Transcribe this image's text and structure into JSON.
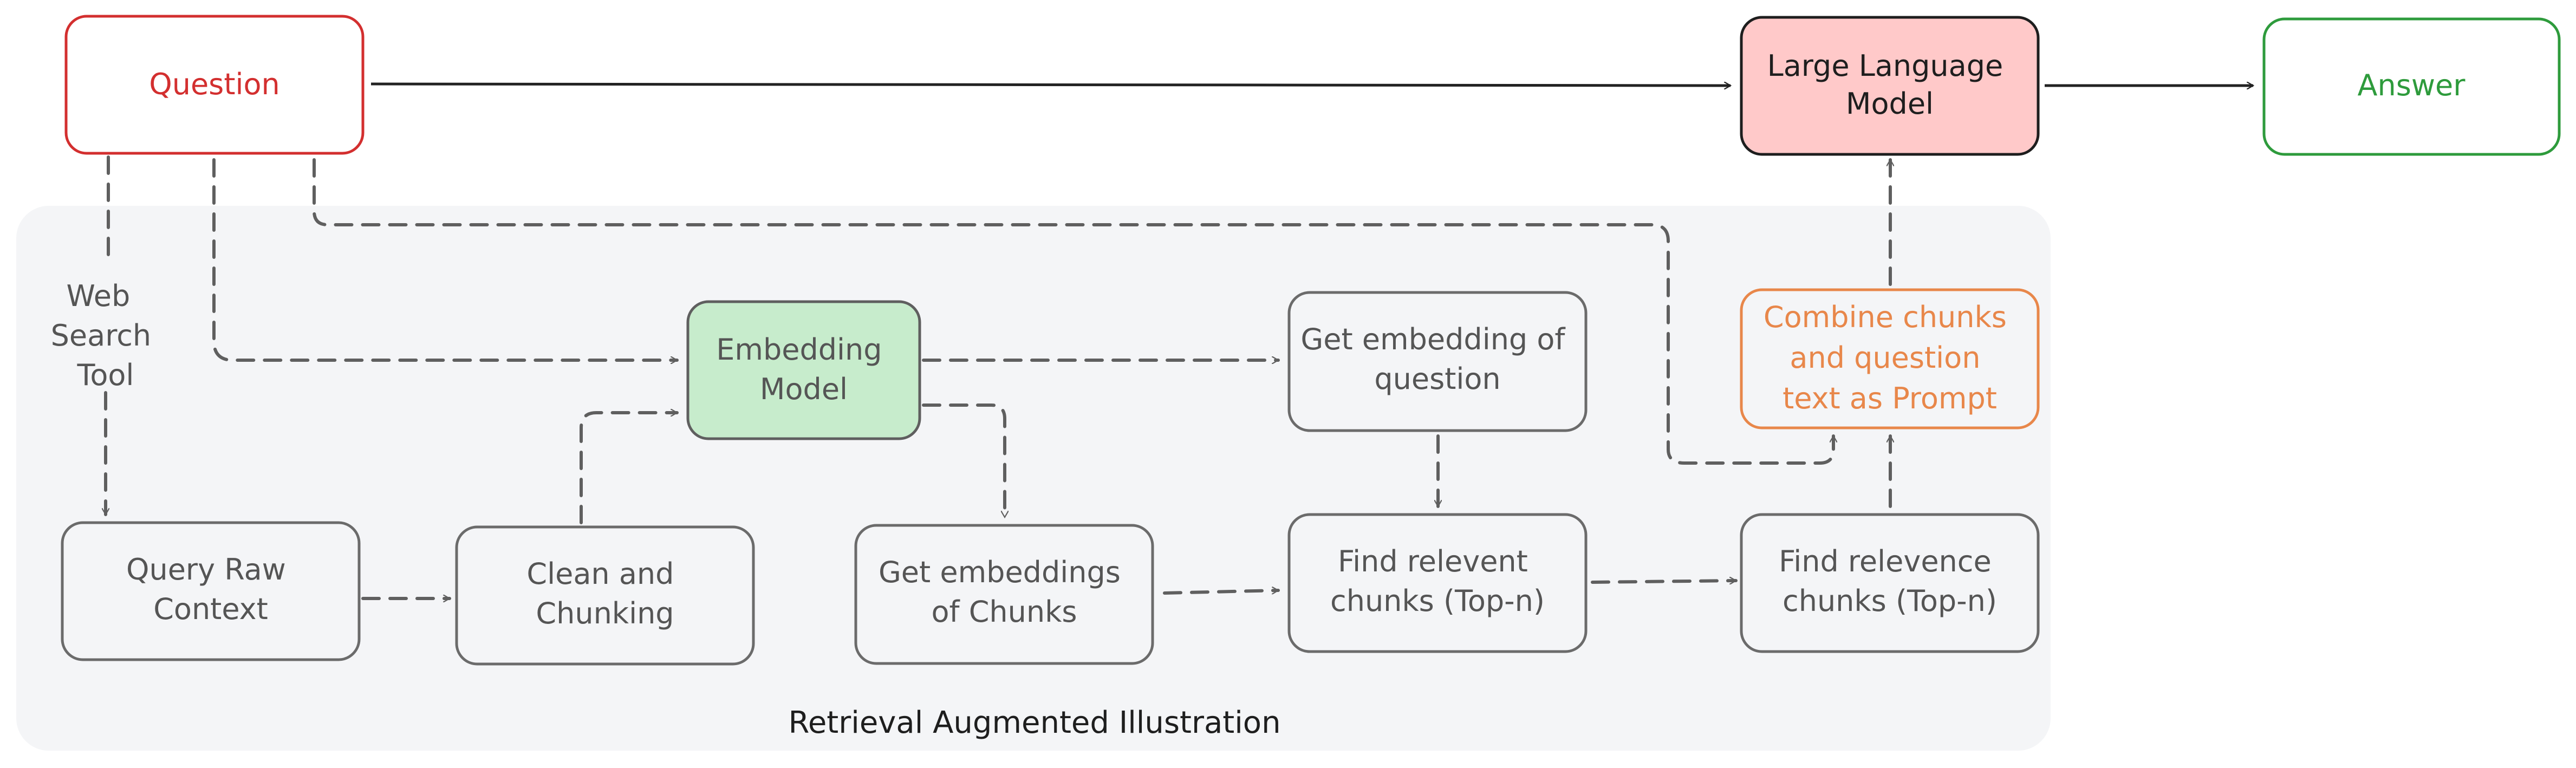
{
  "diagram": {
    "caption": "Retrieval Augmented Illustration",
    "nodes": {
      "question": {
        "label": [
          "Question"
        ]
      },
      "llm": {
        "label": [
          "Large Language",
          "Model"
        ]
      },
      "answer": {
        "label": [
          "Answer"
        ]
      },
      "embedding_model": {
        "label": [
          "Embedding",
          "Model"
        ]
      },
      "get_embedding_question": {
        "label": [
          "Get embedding of",
          "question"
        ]
      },
      "combine_prompt": {
        "label": [
          "Combine chunks",
          "and question",
          "text as Prompt"
        ]
      },
      "query_raw": {
        "label": [
          "Query Raw",
          "Context"
        ]
      },
      "clean_chunking": {
        "label": [
          "Clean and",
          "Chunking"
        ]
      },
      "get_embeddings_chunks": {
        "label": [
          "Get embeddings",
          "of Chunks"
        ]
      },
      "find_relevent": {
        "label": [
          "Find relevent",
          "chunks (Top-n)"
        ]
      },
      "find_relevence": {
        "label": [
          "Find relevence",
          "chunks (Top-n)"
        ]
      }
    },
    "edge_labels": {
      "web_search": [
        "Web",
        "Search",
        "Tool"
      ]
    },
    "colors": {
      "question": "#d32f2f",
      "answer": "#2e9b3c",
      "llm_fill": "#ffc9c9",
      "embedding_fill": "#c7eccc",
      "prompt": "#e8874a",
      "neutral_text": "#555555",
      "neutral_stroke": "#6b6b6b",
      "panel": "#f4f5f7"
    }
  }
}
